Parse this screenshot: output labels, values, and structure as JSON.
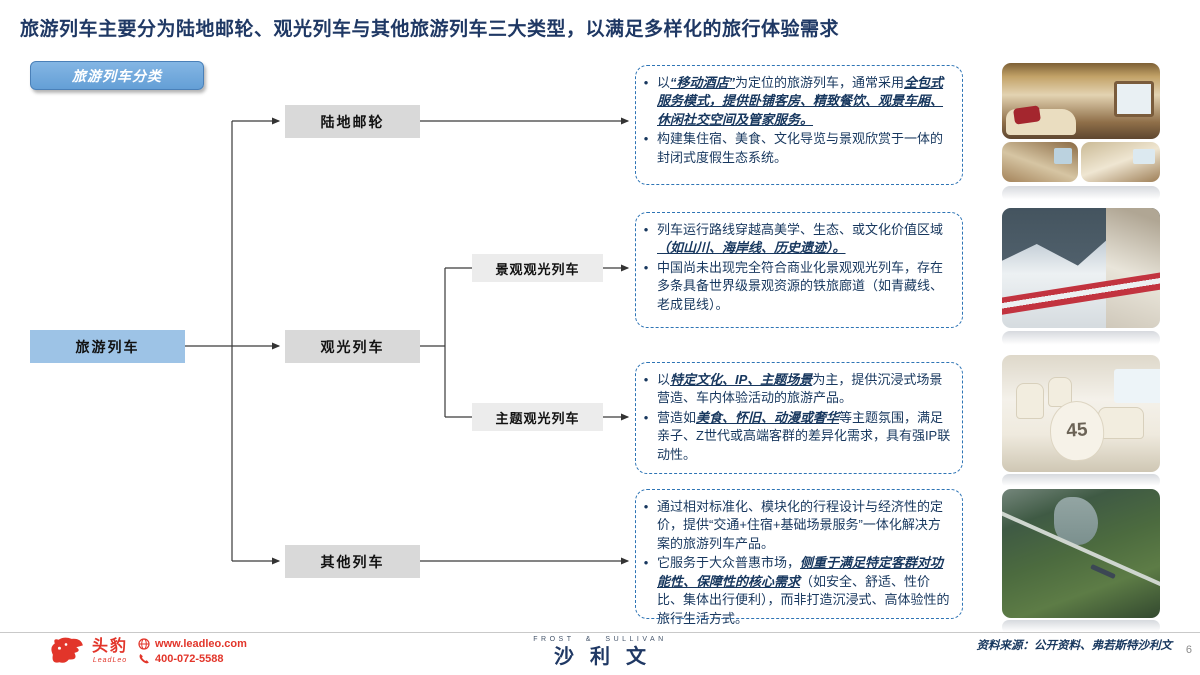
{
  "title": "旅游列车主要分为陆地邮轮、观光列车与其他旅游列车三大类型，以满足多样化的旅行体验需求",
  "badge": "旅游列车分类",
  "nodes": {
    "root": "旅游列车",
    "land_cruise": "陆地邮轮",
    "sightseeing": "观光列车",
    "other": "其他列车",
    "scenic": "景观观光列车",
    "theme": "主题观光列车"
  },
  "details": [
    {
      "id": "land-cruise-detail",
      "bullets": [
        [
          {
            "t": "以"
          },
          {
            "t": "“移动酒店”",
            "em": true
          },
          {
            "t": "为定位的旅游列车，通常采用"
          },
          {
            "t": "全包式服务模式，提供卧铺客房、精致餐饮、观景车厢、休闲社交空间及管家服务。",
            "em": true
          }
        ],
        [
          {
            "t": "构建集住宿、美食、文化导览与景观欣赏于一体的封闭式度假生态系统。"
          }
        ]
      ]
    },
    {
      "id": "scenic-train-detail",
      "bullets": [
        [
          {
            "t": "列车运行路线穿越高美学、生态、或文化价值区域"
          },
          {
            "t": "（如山川、海岸线、历史遗迹）。",
            "em": true
          }
        ],
        [
          {
            "t": "中国尚未出现完全符合商业化景观观光列车，存在多条具备世界级景观资源的铁旅廊道（如青藏线、老成昆线）。"
          }
        ]
      ]
    },
    {
      "id": "theme-train-detail",
      "bullets": [
        [
          {
            "t": "以"
          },
          {
            "t": "特定文化、IP、主题场景",
            "em": true
          },
          {
            "t": "为主，提供沉浸式场景营造、车内体验活动的旅游产品。"
          }
        ],
        [
          {
            "t": "营造如"
          },
          {
            "t": "美食、怀旧、动漫或奢华",
            "em": true
          },
          {
            "t": "等主题氛围，满足亲子、Z世代或高端客群的差异化需求，具有强IP联动性。"
          }
        ]
      ]
    },
    {
      "id": "other-train-detail",
      "bullets": [
        [
          {
            "t": "通过相对标准化、模块化的行程设计与经济性的定价，提供“交通+住宿+基础场景服务”一体化解决方案的旅游列车产品。"
          }
        ],
        [
          {
            "t": "它服务于大众普惠市场，"
          },
          {
            "t": "侧重于满足特定客群对功能性、保障性的核心需求",
            "em": true
          },
          {
            "t": "（如安全、舒适、性价比、集体出行便利），而非打造沉浸式、高体验性的旅行生活方式。"
          }
        ]
      ]
    }
  ],
  "photos": {
    "theme_interior_label": "45"
  },
  "footer": {
    "brand_cn": "头豹",
    "brand_en": "LeadLeo",
    "website": "www.leadleo.com",
    "phone": "400-072-5588",
    "center_top": "FROST & SULLIVAN",
    "center_main": "沙利文",
    "source": "资料来源：公开资料、弗若斯特沙利文",
    "page_number": "6"
  }
}
